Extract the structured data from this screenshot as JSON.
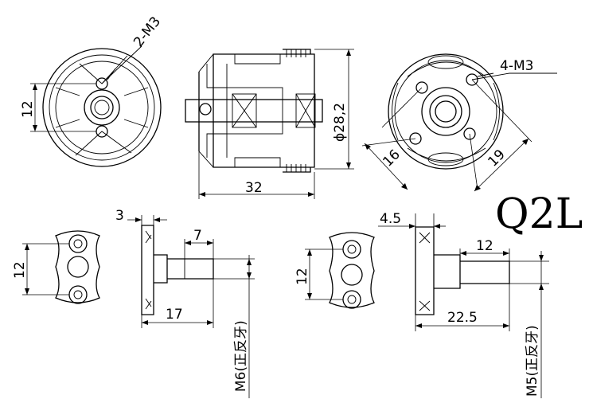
{
  "model": "Q2L",
  "motor": {
    "front_holes": "2-M3",
    "front_spacing": "12",
    "length": "32",
    "diameter": "ϕ28,2",
    "rear_holes": "4-M3",
    "rear_spacing_a": "16",
    "rear_spacing_b": "19"
  },
  "adapter_m6": {
    "hole_spacing": "12",
    "flange": "3",
    "shaft": "7",
    "total": "17",
    "thread": "M6(正反牙)"
  },
  "adapter_m5": {
    "hole_spacing": "12",
    "flange": "4.5",
    "shaft": "12",
    "total": "22.5",
    "thread": "M5(正反牙)"
  }
}
